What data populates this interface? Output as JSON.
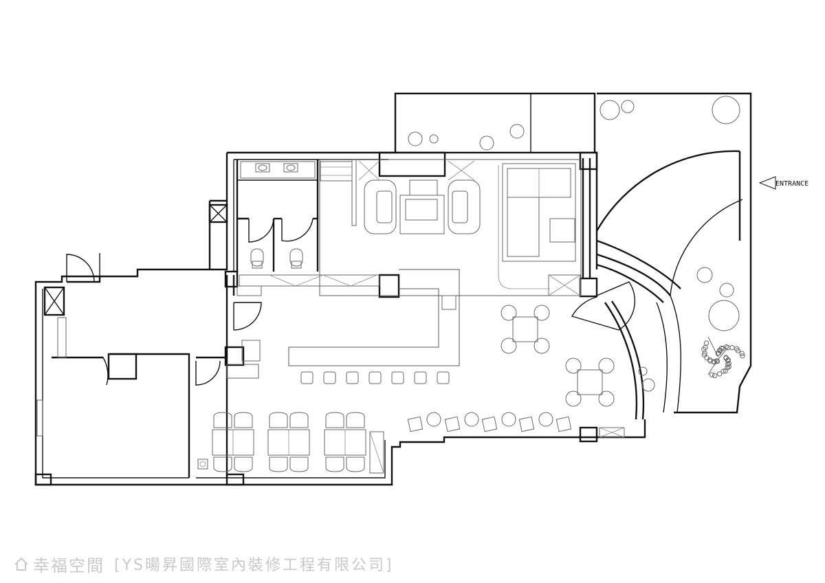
{
  "plan": {
    "entrance_label": "ENTRANCE",
    "line_color": "#111111",
    "furniture_color": "#666666"
  },
  "watermark": {
    "brand": "幸福空間",
    "company": "[YS暘昇國際室內裝修工程有限公司]",
    "icon": "house-logo-icon"
  }
}
